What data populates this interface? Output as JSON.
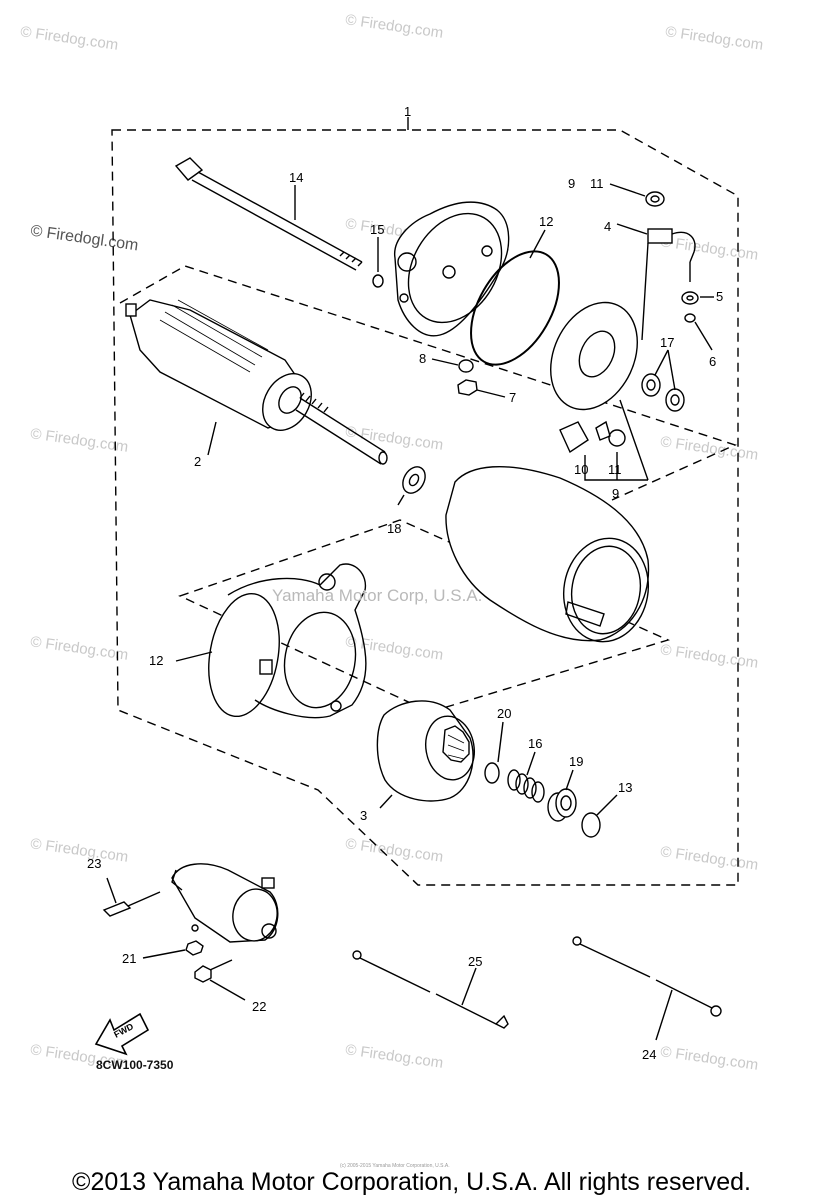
{
  "callouts": [
    {
      "id": "c1",
      "label": "1"
    },
    {
      "id": "c14",
      "label": "14"
    },
    {
      "id": "c15",
      "label": "15"
    },
    {
      "id": "c12a",
      "label": "12"
    },
    {
      "id": "c9a",
      "label": "9"
    },
    {
      "id": "c11a",
      "label": "11"
    },
    {
      "id": "c4",
      "label": "4"
    },
    {
      "id": "c5",
      "label": "5"
    },
    {
      "id": "c6",
      "label": "6"
    },
    {
      "id": "c17",
      "label": "17"
    },
    {
      "id": "c8",
      "label": "8"
    },
    {
      "id": "c7",
      "label": "7"
    },
    {
      "id": "c2",
      "label": "2"
    },
    {
      "id": "c10",
      "label": "10"
    },
    {
      "id": "c11b",
      "label": "11"
    },
    {
      "id": "c9b",
      "label": "9"
    },
    {
      "id": "c18",
      "label": "18"
    },
    {
      "id": "c12b",
      "label": "12"
    },
    {
      "id": "c20",
      "label": "20"
    },
    {
      "id": "c16",
      "label": "16"
    },
    {
      "id": "c19",
      "label": "19"
    },
    {
      "id": "c13",
      "label": "13"
    },
    {
      "id": "c3",
      "label": "3"
    },
    {
      "id": "c23",
      "label": "23"
    },
    {
      "id": "c21",
      "label": "21"
    },
    {
      "id": "c22",
      "label": "22"
    },
    {
      "id": "c25",
      "label": "25"
    },
    {
      "id": "c24",
      "label": "24"
    }
  ],
  "fwd_label": "FWD",
  "reference_code": "8CW100-7350",
  "center_watermark": "Yamaha Motor Corp, U.S.A.",
  "watermark_text": "© Firedog.com",
  "watermark_strong": "© Firedogl.com",
  "tiny_credit": "(c) 2005-2015 Yamaha Motor Corporation, U.S.A.",
  "footer_copyright": "©2013 Yamaha Motor Corporation, U.S.A. All rights reserved."
}
